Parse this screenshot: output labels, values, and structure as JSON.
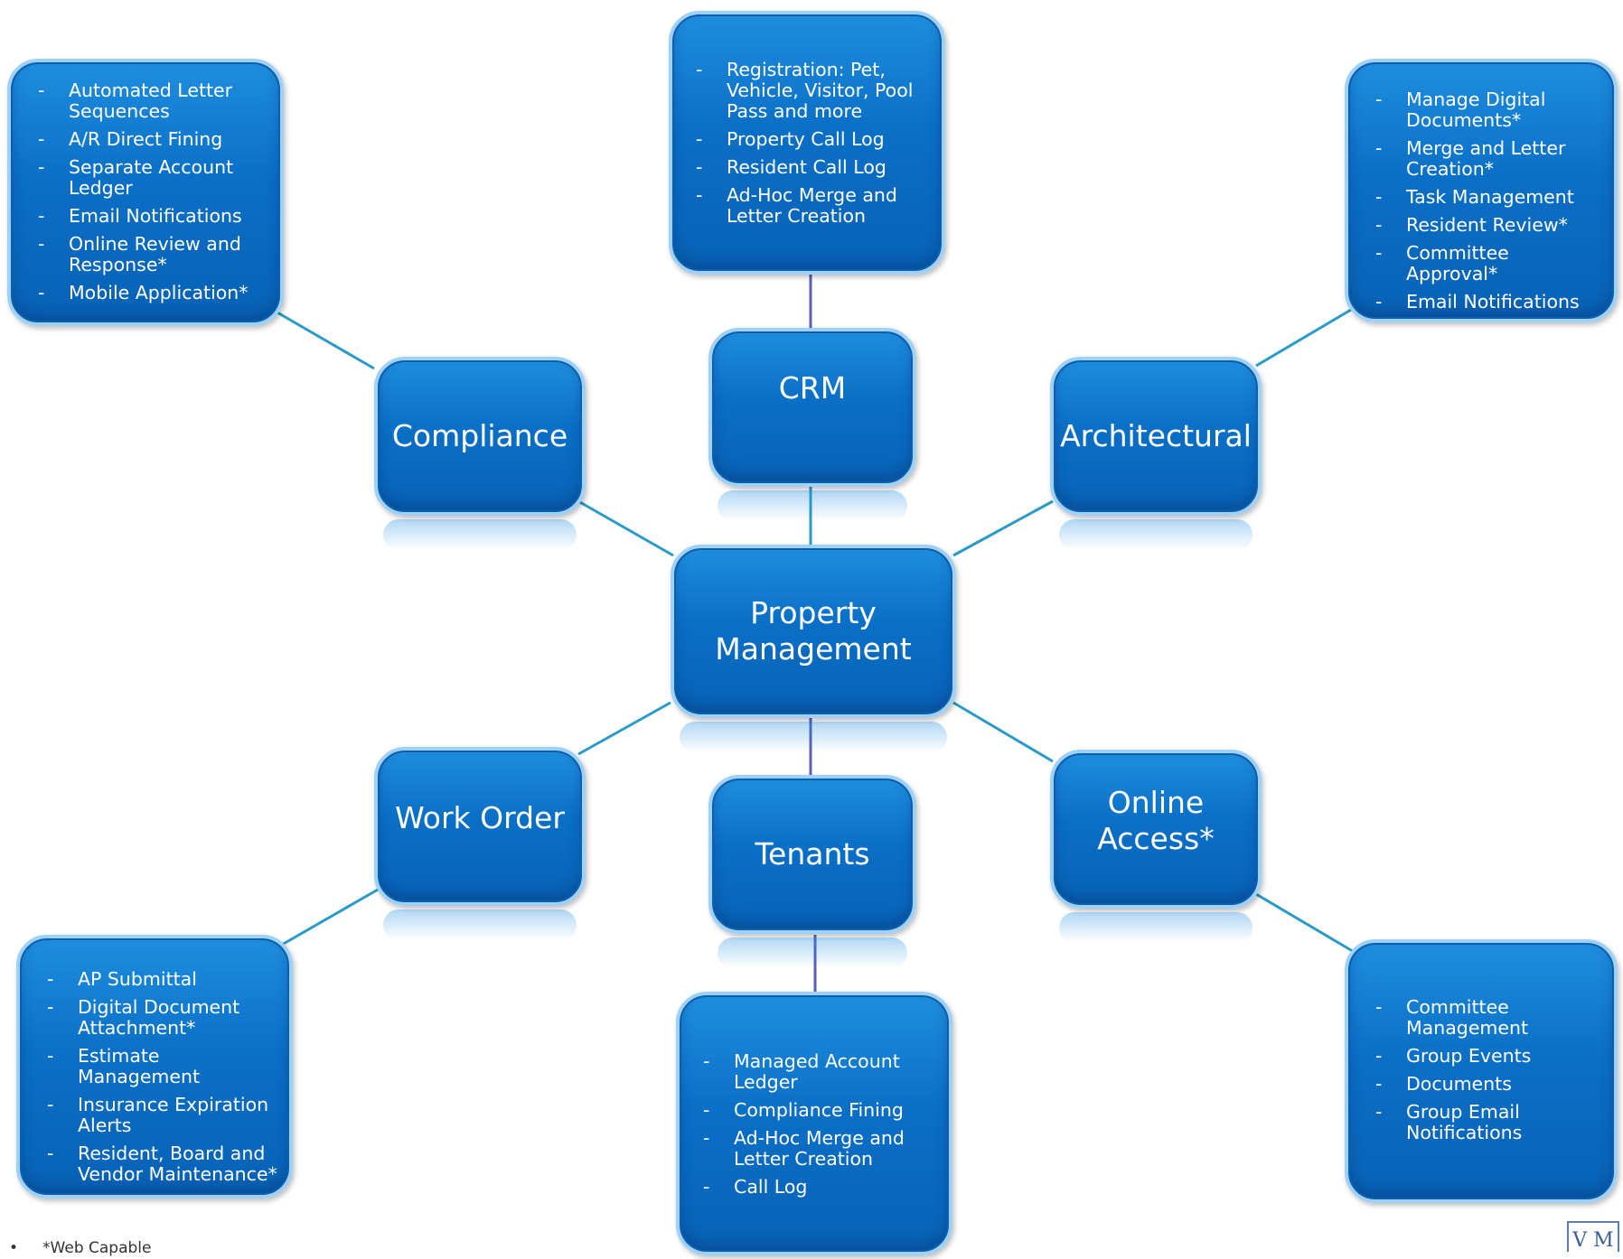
{
  "hubs": {
    "center": "Property Management",
    "crm": "CRM",
    "compliance": "Compliance",
    "architectural": "Architectural",
    "work_order": "Work Order",
    "tenants": "Tenants",
    "online_access": "Online Access*"
  },
  "lists": {
    "compliance": [
      "Automated Letter Sequences",
      "A/R Direct Fining",
      "Separate Account Ledger",
      "Email Notifications",
      "Online Review and Response*",
      "Mobile Application*"
    ],
    "crm": [
      "Registration: Pet, Vehicle, Visitor, Pool Pass and more",
      "Property Call Log",
      "Resident Call Log",
      "Ad-Hoc Merge and Letter Creation"
    ],
    "architectural": [
      "Manage Digital Documents*",
      "Merge and Letter Creation*",
      "Task Management",
      "Resident Review*",
      "Committee Approval*",
      "Email Notifications"
    ],
    "work_order": [
      "AP Submittal",
      "Digital Document Attachment*",
      "Estimate Management",
      "Insurance Expiration Alerts",
      "Resident, Board and Vendor Maintenance*"
    ],
    "tenants": [
      "Managed Account Ledger",
      "Compliance Fining",
      "Ad-Hoc Merge and Letter Creation",
      "Call Log"
    ],
    "online_access": [
      "Committee Management",
      "Group Events",
      "Documents",
      "Group Email Notifications"
    ]
  },
  "footnote": "*Web Capable",
  "logo_text": "V M",
  "colors": {
    "box": "#0a6fc6",
    "border": "#9fd0f5",
    "connector_teal": "#2a9ac9",
    "connector_purple": "#5b5fb8"
  }
}
